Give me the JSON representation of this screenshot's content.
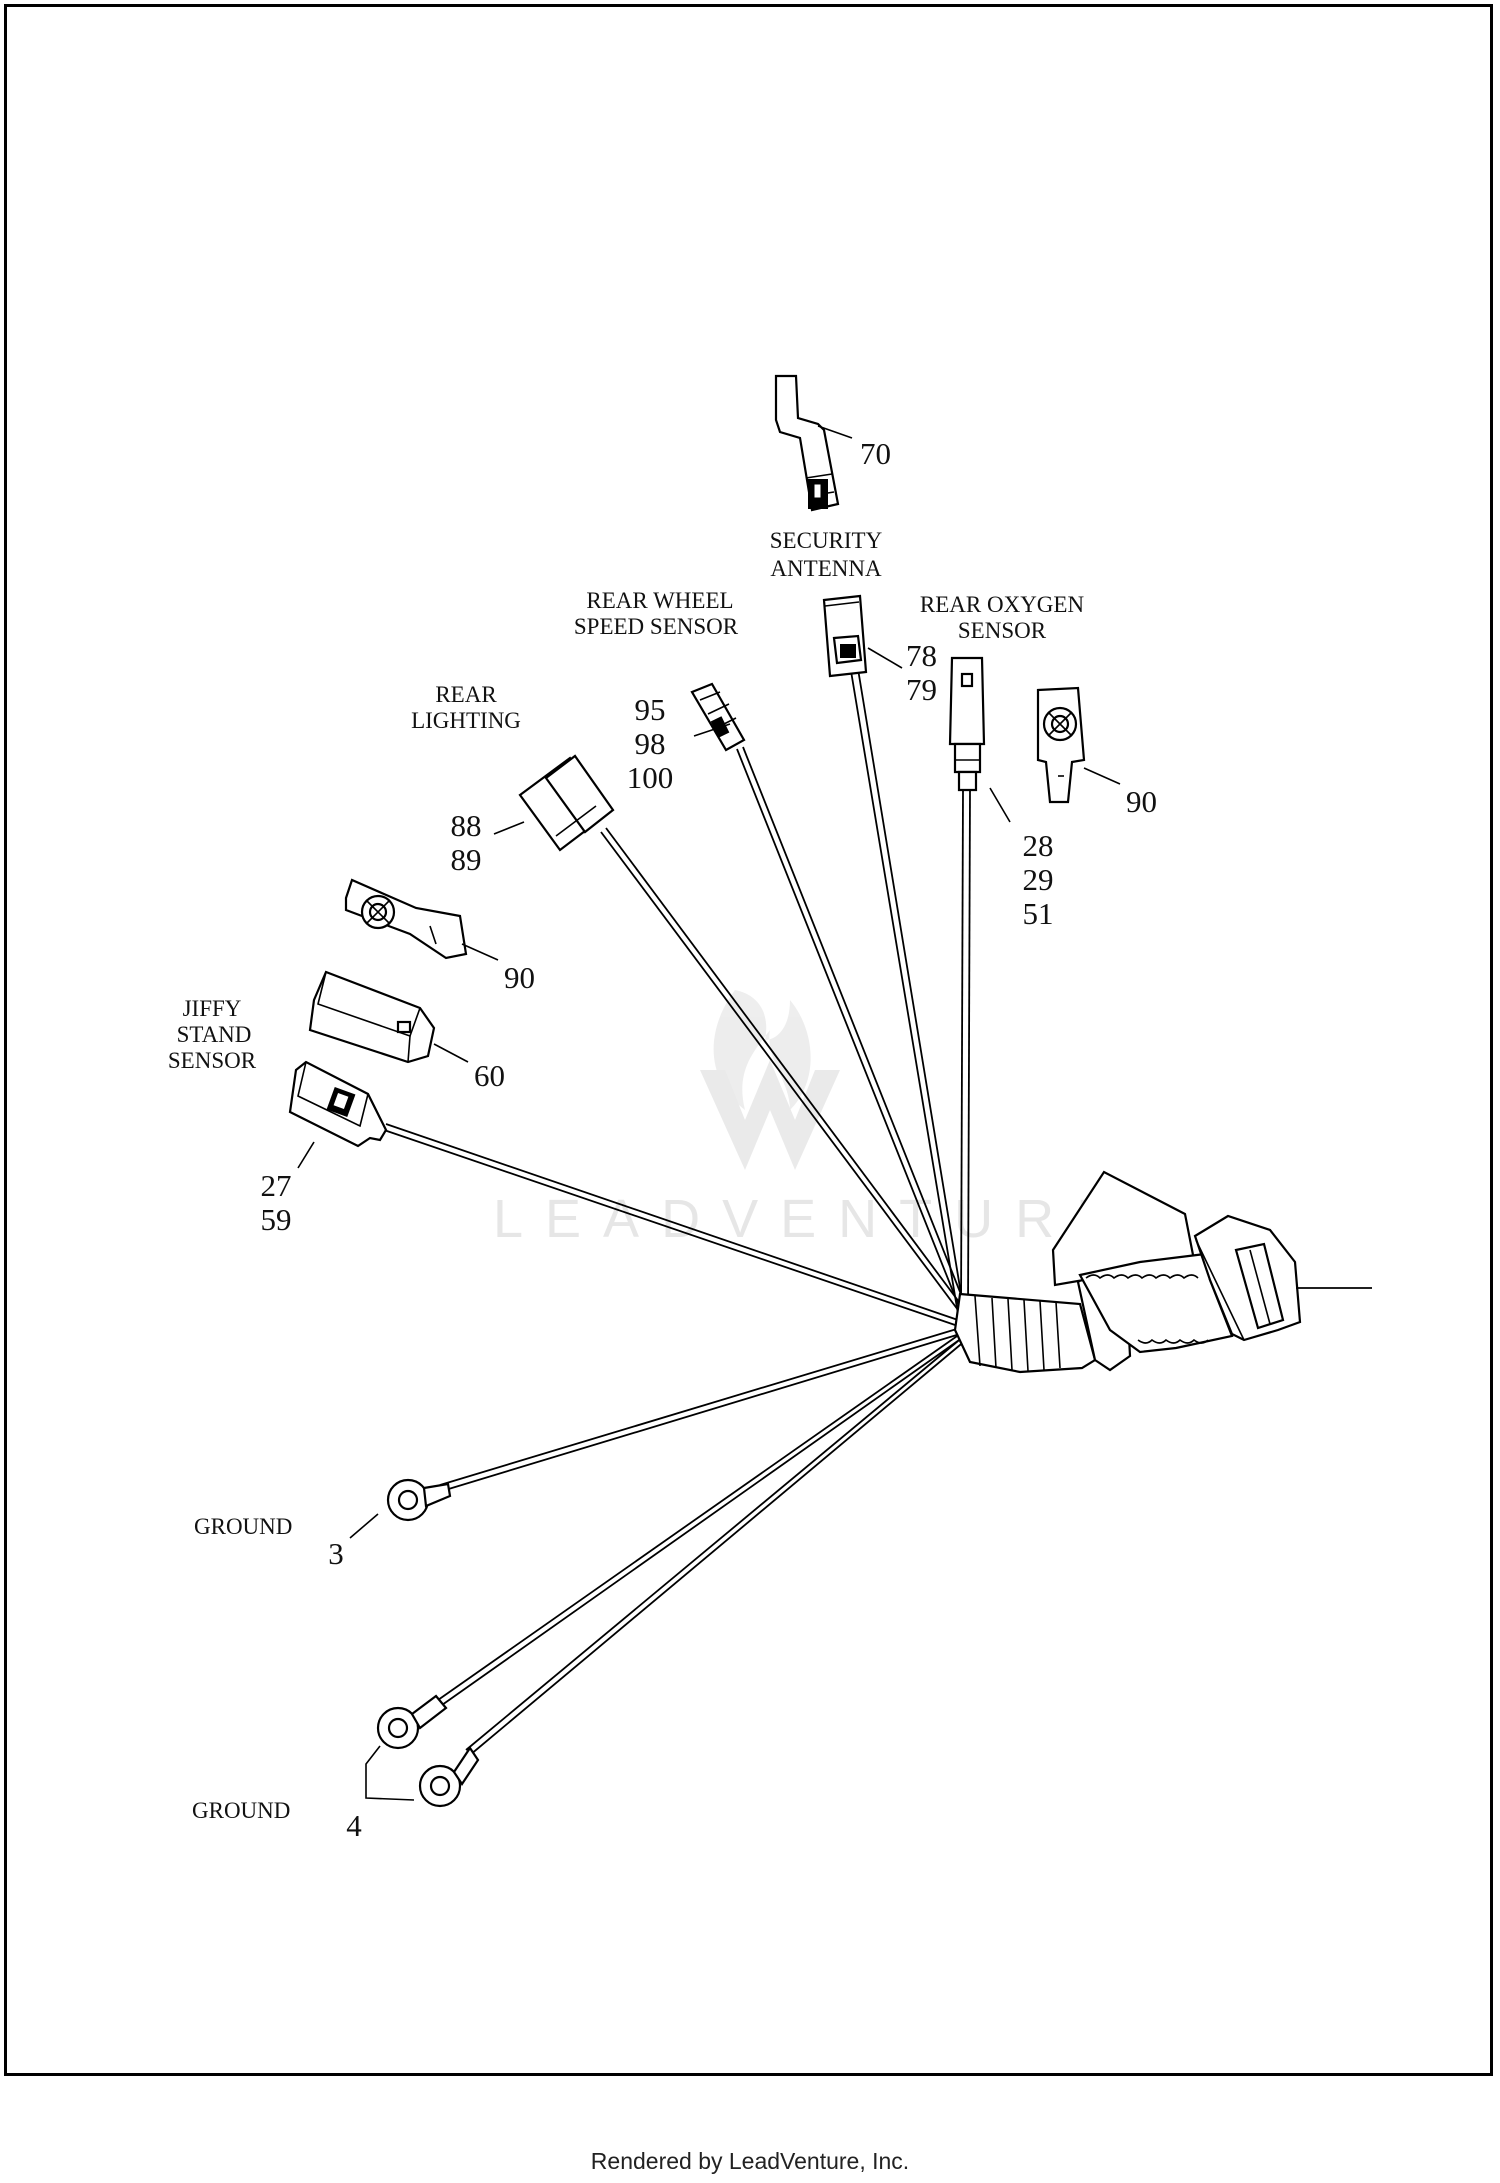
{
  "diagram": {
    "watermark": "LEADVENTURE",
    "captions": {
      "security_antenna": [
        "SECURITY",
        "ANTENNA"
      ],
      "rear_wheel_speed_sensor": [
        "REAR WHEEL",
        "SPEED SENSOR"
      ],
      "rear_oxygen_sensor": [
        "REAR OXYGEN",
        "SENSOR"
      ],
      "rear_lighting": [
        "REAR",
        "LIGHTING"
      ],
      "jiffy_stand_sensor": [
        "JIFFY",
        "STAND",
        "SENSOR"
      ],
      "ground_upper": "GROUND",
      "ground_lower": "GROUND"
    },
    "callouts": {
      "antenna_bracket": [
        "70"
      ],
      "security_antenna": [
        "78",
        "79"
      ],
      "wheel_speed_sensor": [
        "95",
        "98",
        "100"
      ],
      "rear_lighting": [
        "88",
        "89"
      ],
      "oxygen_sensor": [
        "28",
        "29",
        "51"
      ],
      "clip_right": [
        "90"
      ],
      "clip_left": [
        "90"
      ],
      "stand_connector": [
        "60"
      ],
      "jiffy_stand_sensor": [
        "27",
        "59"
      ],
      "ground_upper": [
        "3"
      ],
      "ground_lower": [
        "4"
      ]
    }
  },
  "footer": {
    "text": "Rendered by LeadVenture, Inc."
  }
}
